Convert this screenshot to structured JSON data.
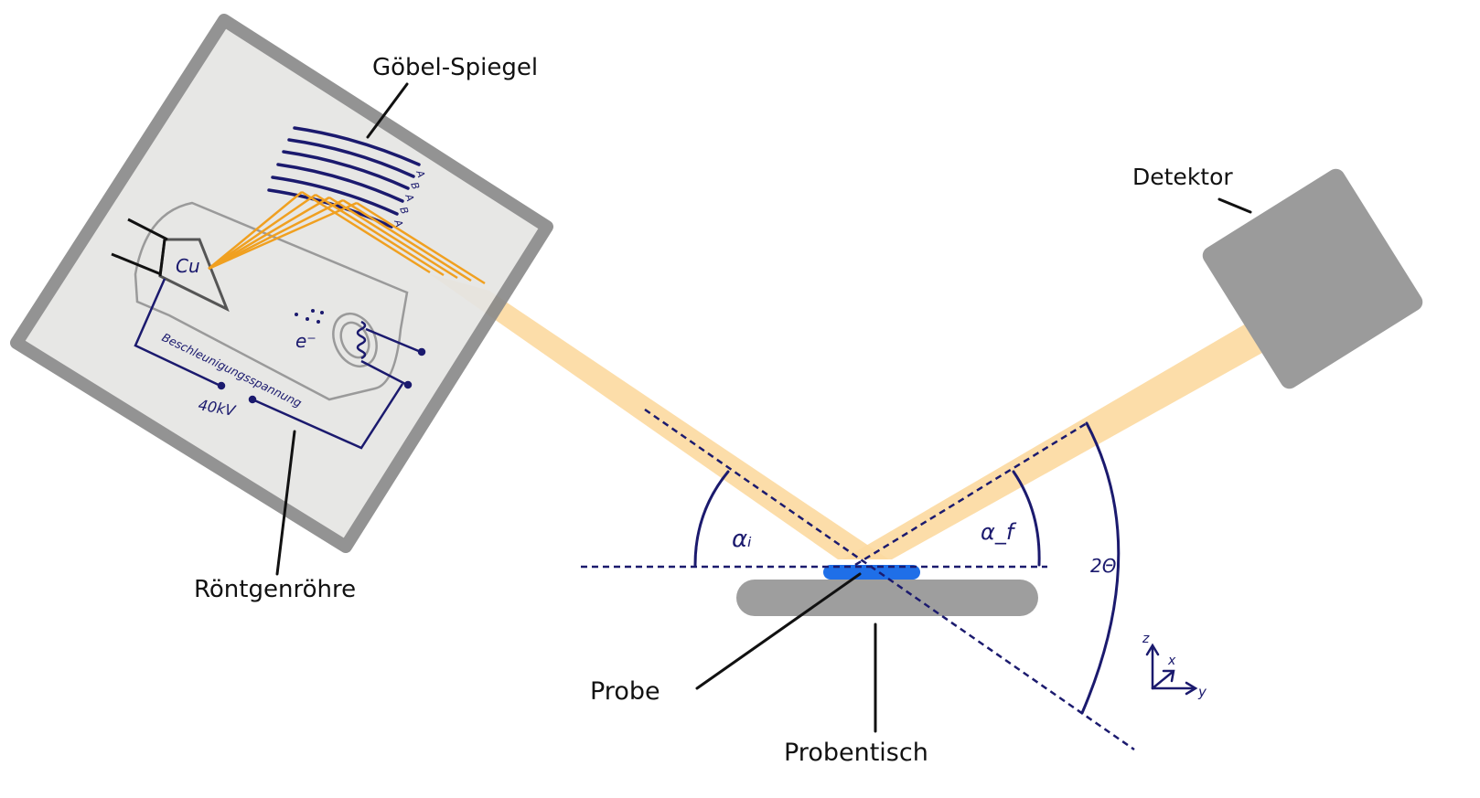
{
  "labels": {
    "goebel_mirror": "Göbel-Spiegel",
    "detector": "Detektor",
    "xray_tube": "Röntgenröhre",
    "sample": "Probe",
    "sample_stage": "Probentisch",
    "anode_material": "Cu",
    "electron": "e⁻",
    "acceleration_voltage": "Beschleunigungsspannung",
    "voltage_value": "40kV",
    "alpha_i": "αᵢ",
    "alpha_f": "α_f",
    "two_theta": "2Θ",
    "axis_z": "z",
    "axis_x": "x",
    "axis_y": "y",
    "mirror_layers": [
      "A",
      "B",
      "A",
      "B",
      "A"
    ]
  },
  "colors": {
    "housing_fill": "#e6e5e3",
    "housing_border": "#8a8a8a",
    "beam": "#fcd9a0",
    "ray": "#f0a020",
    "navy": "#1b1a6e",
    "detector": "#9b9b9b",
    "stage": "#9e9e9e",
    "sample": "#1f6fe8",
    "leader": "#111111"
  }
}
